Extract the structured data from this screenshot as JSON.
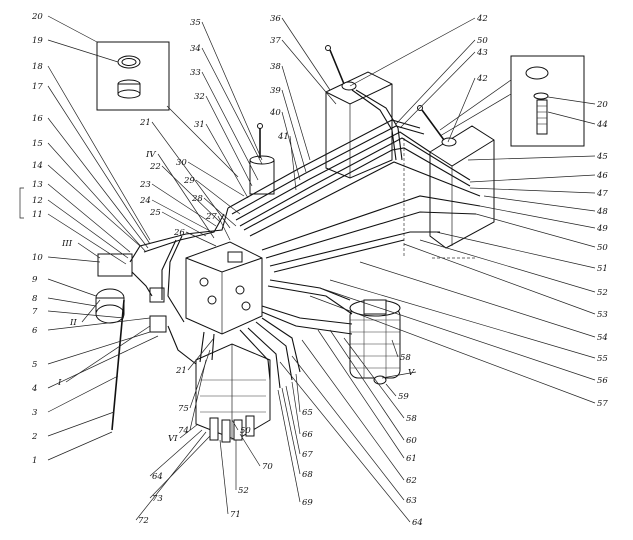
{
  "diagram": {
    "leftLabels": [
      "20",
      "19",
      "18",
      "17",
      "16",
      "15",
      "14",
      "13",
      "12",
      "11",
      "10",
      "9",
      "8",
      "7",
      "6",
      "5",
      "4",
      "3",
      "2",
      "1"
    ],
    "rightLabels": [
      "42",
      "50",
      "43",
      "42",
      "20",
      "44",
      "45",
      "46",
      "47",
      "48",
      "49",
      "50",
      "51",
      "52",
      "53",
      "54",
      "55",
      "56",
      "57"
    ],
    "topLabels": [
      "35",
      "34",
      "33",
      "32",
      "31",
      "36",
      "37",
      "38",
      "39",
      "40",
      "41"
    ],
    "bottomLabels": [
      "58",
      "59",
      "58",
      "60",
      "61",
      "62",
      "63",
      "64",
      "65",
      "66",
      "67",
      "68",
      "69",
      "70",
      "71",
      "72",
      "73",
      "52",
      "64",
      "50"
    ],
    "midLabels": [
      "21",
      "22",
      "23",
      "24",
      "25",
      "26",
      "27",
      "28",
      "29",
      "30",
      "21",
      "75",
      "74"
    ],
    "romanLabels": [
      "III",
      "II",
      "I",
      "IV",
      "V",
      "VI"
    ]
  }
}
